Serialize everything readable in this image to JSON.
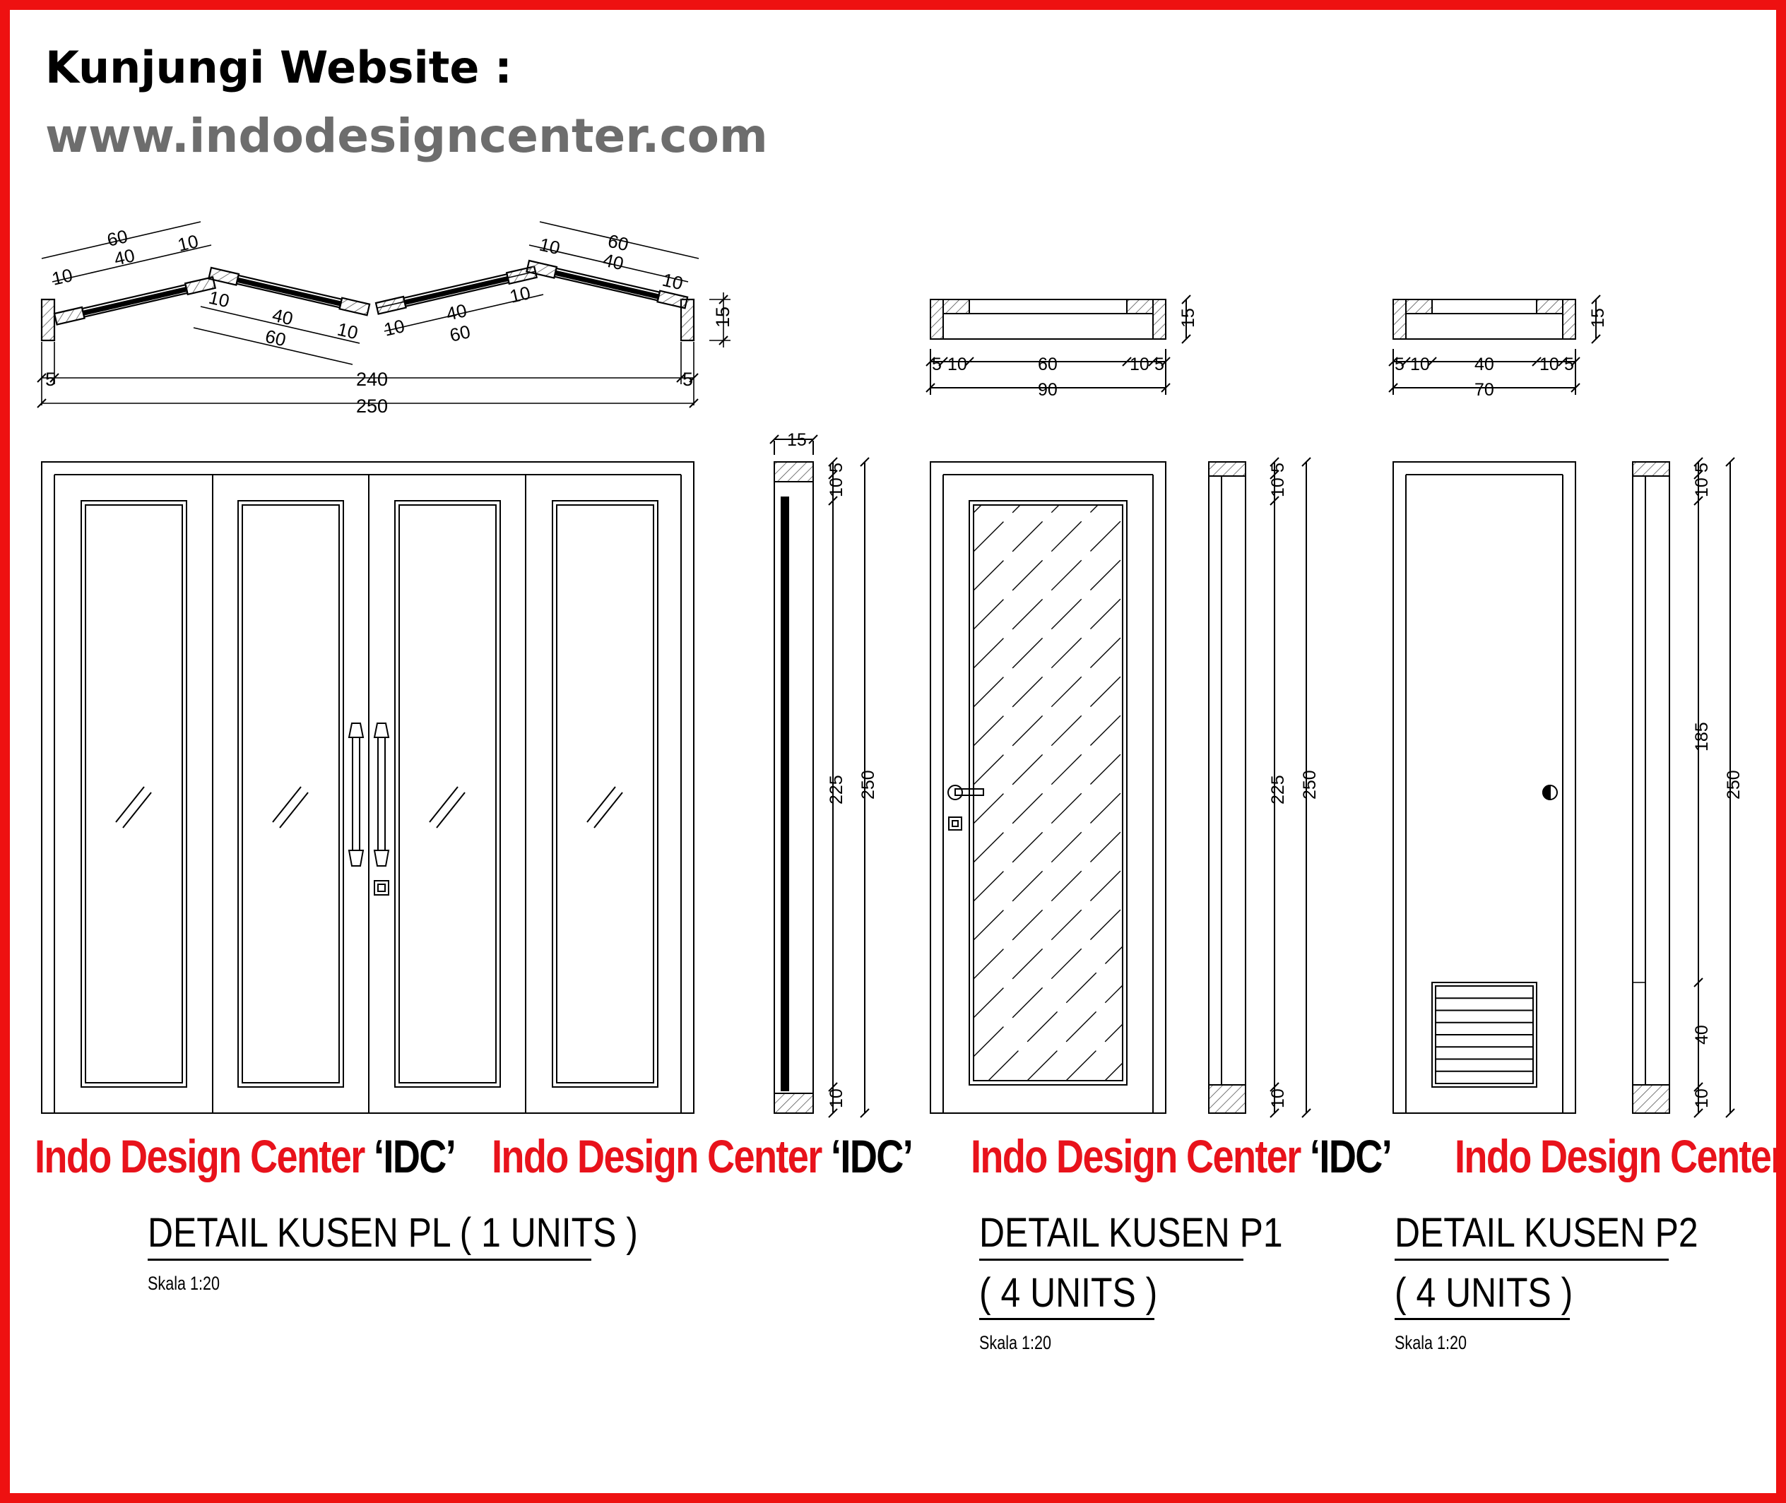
{
  "header": {
    "visit_label": "Kunjungi Website :",
    "website": "www.indodesigncenter.com"
  },
  "watermark": {
    "text": "Indo Design Center ",
    "tag": "‘IDC’"
  },
  "details": [
    {
      "title": "DETAIL KUSEN PL ( 1 UNITS )",
      "scale": "Skala 1:20",
      "plan_dims": {
        "panel_top_overall": "60",
        "panel_top_glass": "40",
        "panel_side_left": "10",
        "panel_side_right": "10",
        "edge_left": "5",
        "edge_right": "5",
        "inner_width": "240",
        "overall_width": "250",
        "depth": "15"
      },
      "section_dims": {
        "depth": "15",
        "top_a": "10",
        "top_b": "5",
        "height_inner": "225",
        "height_overall": "250",
        "bottom": "10"
      }
    },
    {
      "title_line1": "DETAIL KUSEN P1",
      "title_line2": "( 4 UNITS )",
      "scale": "Skala 1:20",
      "plan_dims": {
        "edge_left": "5",
        "side_left": "10",
        "opening": "60",
        "side_right": "10",
        "edge_right": "5",
        "overall_width": "90",
        "depth": "15"
      },
      "section_dims": {
        "top_a": "10",
        "top_b": "5",
        "height_inner": "225",
        "height_overall": "250",
        "bottom": "10"
      }
    },
    {
      "title_line1": "DETAIL KUSEN P2",
      "title_line2": "( 4 UNITS )",
      "scale": "Skala 1:20",
      "plan_dims": {
        "edge_left": "5",
        "side_left": "10",
        "opening": "40",
        "side_right": "10",
        "edge_right": "5",
        "overall_width": "70",
        "depth": "15"
      },
      "section_dims": {
        "top_a": "10",
        "top_b": "5",
        "height_main": "185",
        "height_vent": "40",
        "height_overall": "250",
        "bottom": "10"
      }
    }
  ]
}
